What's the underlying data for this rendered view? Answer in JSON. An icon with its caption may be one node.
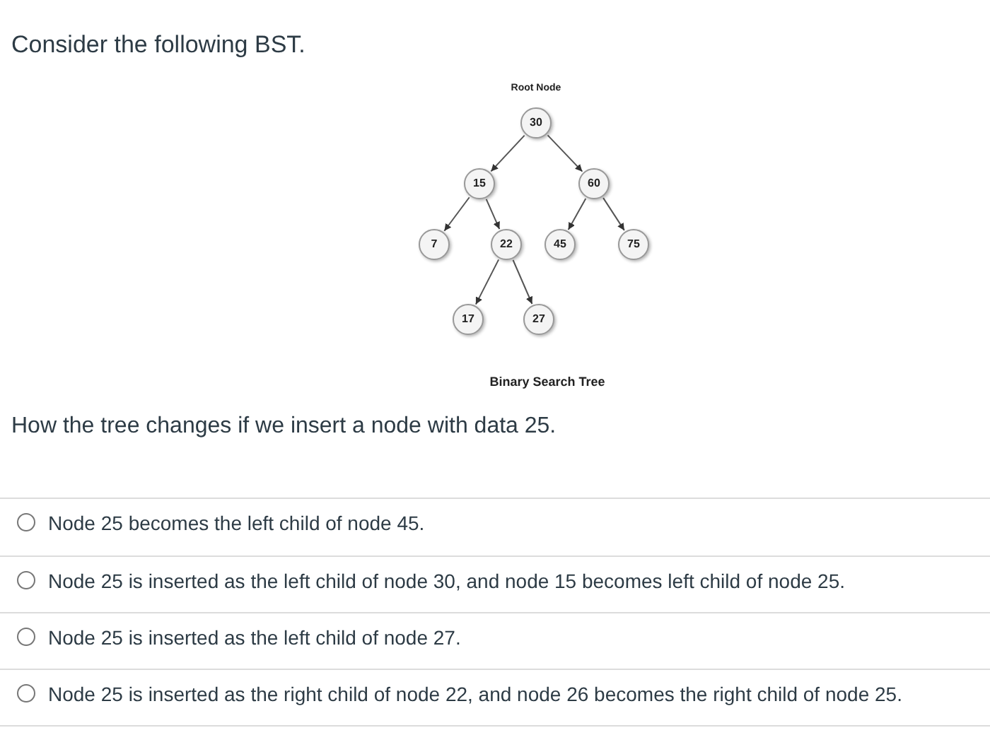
{
  "diagram": {
    "title": "Consider the following BST.",
    "caption": "Binary Search Tree",
    "nodes": [
      {
        "text": [
          "30"
        ],
        "beside": [
          "Root Node"
        ]
      },
      {
        "text": [
          "15"
        ]
      },
      {
        "text": [
          "60"
        ]
      },
      {
        "text": [
          "7"
        ]
      },
      {
        "text": [
          "22"
        ]
      },
      {
        "text": [
          "45"
        ]
      },
      {
        "text": [
          "75"
        ]
      },
      {
        "text": [
          "17"
        ]
      },
      {
        "text": [
          "27"
        ]
      }
    ],
    "edges": [
      {
        "from": 0,
        "to": 1,
        "arrow": "to"
      },
      {
        "from": 0,
        "to": 2,
        "arrow": "to"
      },
      {
        "from": 1,
        "to": 3,
        "arrow": "to"
      },
      {
        "from": 1,
        "to": 4,
        "arrow": "to"
      },
      {
        "from": 2,
        "to": 5,
        "arrow": "to"
      },
      {
        "from": 2,
        "to": 6,
        "arrow": "to"
      },
      {
        "from": 4,
        "to": 7,
        "arrow": "to"
      },
      {
        "from": 4,
        "to": 8,
        "arrow": "to"
      }
    ],
    "labels": [
      "How the tree changes if we insert a node with data 25.",
      "Node 25 becomes the left child of node 45.",
      "Node 25 is inserted as the left child of node 30, and node 15 becomes left child of node 25.",
      "Node 25 is inserted as the left child of node 27.",
      "Node 25 is inserted as the right child of node 22, and node 26 becomes the right child of node 25."
    ]
  }
}
